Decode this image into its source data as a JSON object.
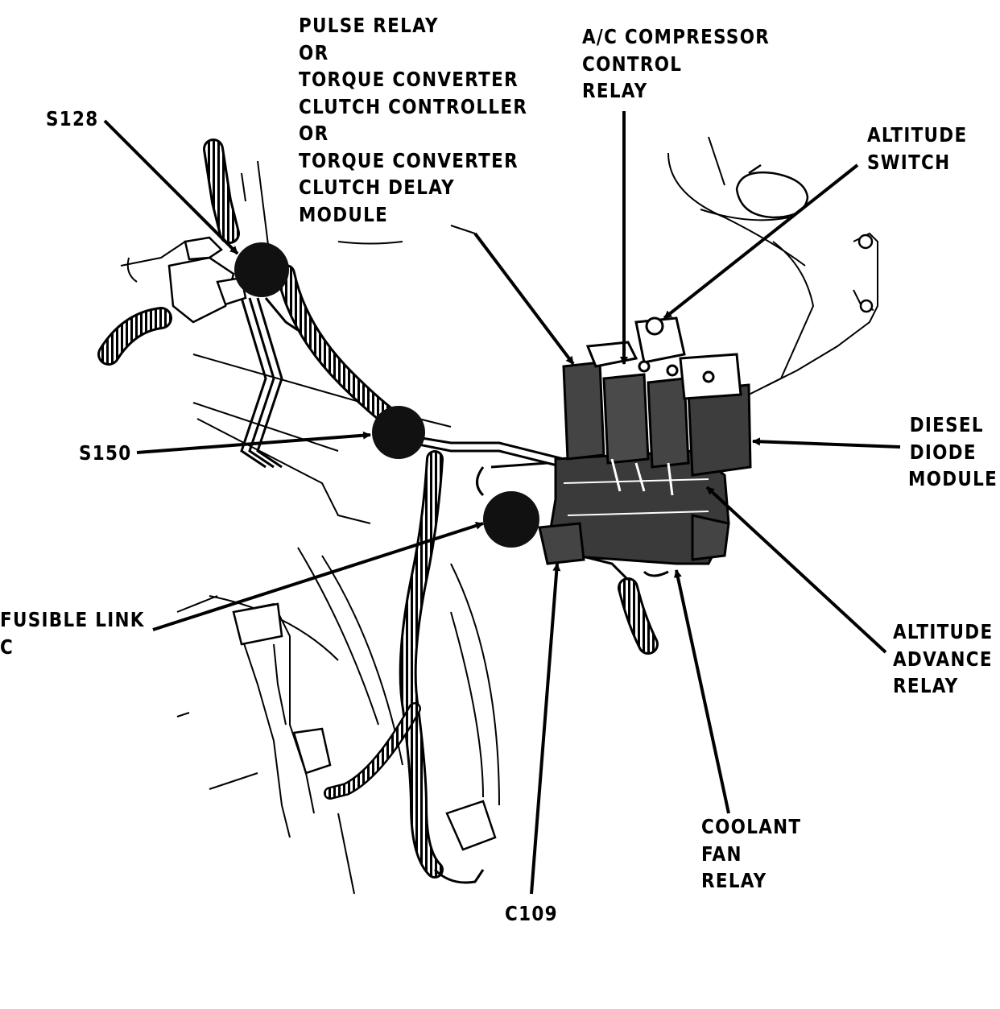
{
  "diagram": {
    "colors": {
      "ink": "#000000",
      "paper": "#ffffff",
      "shade": "#444444"
    },
    "labels": {
      "s128": [
        "S128"
      ],
      "pulse_relay": [
        "PULSE RELAY",
        "OR",
        "TORQUE CONVERTER",
        "CLUTCH CONTROLLER",
        "OR",
        "TORQUE CONVERTER",
        "CLUTCH DELAY",
        "MODULE"
      ],
      "ac_relay": [
        "A/C COMPRESSOR",
        "CONTROL",
        "RELAY"
      ],
      "altitude_switch": [
        "ALTITUDE",
        "SWITCH"
      ],
      "s150": [
        "S150"
      ],
      "diesel_diode": [
        "DIESEL",
        "DIODE",
        "MODULE"
      ],
      "fusible_link": [
        "FUSIBLE LINK",
        "C"
      ],
      "altitude_advance": [
        "ALTITUDE",
        "ADVANCE",
        "RELAY"
      ],
      "coolant_fan": [
        "COOLANT",
        "FAN",
        "RELAY"
      ],
      "c109": [
        "C109"
      ]
    }
  }
}
